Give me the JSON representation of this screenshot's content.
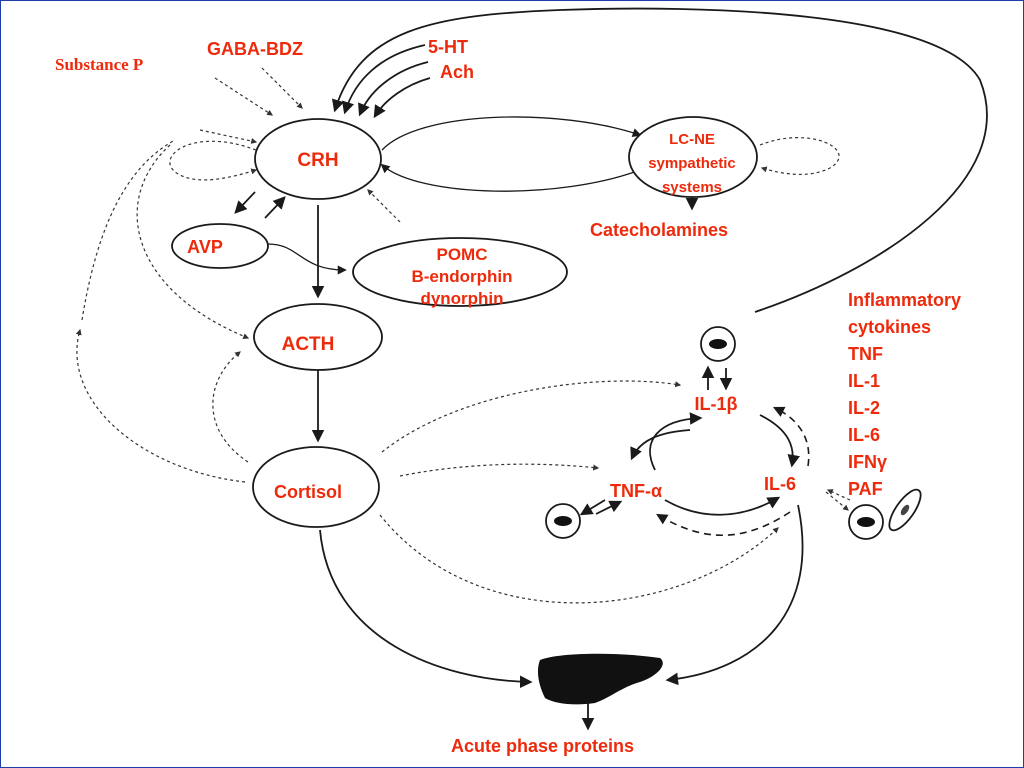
{
  "nodes": {
    "crh": "CRH",
    "avp": "AVP",
    "acth": "ACTH",
    "cortisol": "Cortisol",
    "pomc_line1": "POMC",
    "pomc_line2": "B-endorphin",
    "pomc_line3": "dynorphin",
    "lcne_line1": "LC-NE",
    "lcne_line2": "sympathetic",
    "lcne_line3": "systems",
    "il1b": "IL-1β",
    "il6": "IL-6",
    "tnfa": "TNF-α"
  },
  "inputs": {
    "substance_p": "Substance P",
    "gaba_bdz": "GABA-BDZ",
    "five_ht": "5-HT",
    "ach": "Ach"
  },
  "outputs": {
    "catecholamines": "Catecholamines",
    "acute_phase": "Acute phase proteins"
  },
  "cytokine_list": {
    "heading_line1": "Inflammatory",
    "heading_line2": "cytokines",
    "items": [
      "TNF",
      "IL-1",
      "IL-2",
      "IL-6",
      "IFNγ",
      "PAF"
    ]
  },
  "colors": {
    "label": "#ee2a0c",
    "line": "#1a1a1a",
    "frame": "#1f3fa8"
  }
}
